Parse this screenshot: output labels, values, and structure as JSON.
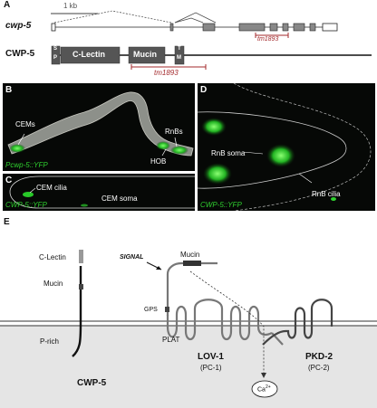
{
  "panel_a": {
    "letter": "A",
    "scale_label": "1 kb",
    "gene_label": "cwp-5",
    "protein_label": "CWP-5",
    "domains": {
      "sp": [
        "S",
        "P"
      ],
      "clectin": "C-Lectin",
      "mucin": "Mucin",
      "tm": [
        "T",
        "M"
      ]
    },
    "allele_gene": "tm1893",
    "allele_protein": "tm1893"
  },
  "panel_b": {
    "letter": "B",
    "labels": {
      "cems": "CEMs",
      "rnbs": "RnBs",
      "hob": "HOB"
    },
    "reporter": "Pcwp-5::YFP"
  },
  "panel_c": {
    "letter": "C",
    "labels": {
      "cem_cilia": "CEM cilia",
      "cem_soma": "CEM soma"
    },
    "reporter": "CWP-5::YFP"
  },
  "panel_d": {
    "letter": "D",
    "labels": {
      "rnb_soma": "RnB soma",
      "rnb_cilia": "RnB cilia"
    },
    "reporter": "CWP-5::YFP"
  },
  "panel_e": {
    "letter": "E",
    "signal": "SIGNAL",
    "mucin_top": "Mucin",
    "cwp5_domains": {
      "clectin": "C-Lectin",
      "mucin": "Mucin",
      "prich": "P-rich"
    },
    "gps": "GPS",
    "plat": "PLAT",
    "lov1": {
      "name": "LOV-1",
      "sub": "(PC-1)"
    },
    "pkd2": {
      "name": "PKD-2",
      "sub": "(PC-2)"
    },
    "cwp5": "CWP-5",
    "ca": "Ca",
    "ca_sup": "2+"
  },
  "colors": {
    "allele_red": "#a3282b",
    "domain_gray": "#555555",
    "gfp_green": "#2fd12f",
    "cytoplasm_gray": "#e5e5e5"
  }
}
